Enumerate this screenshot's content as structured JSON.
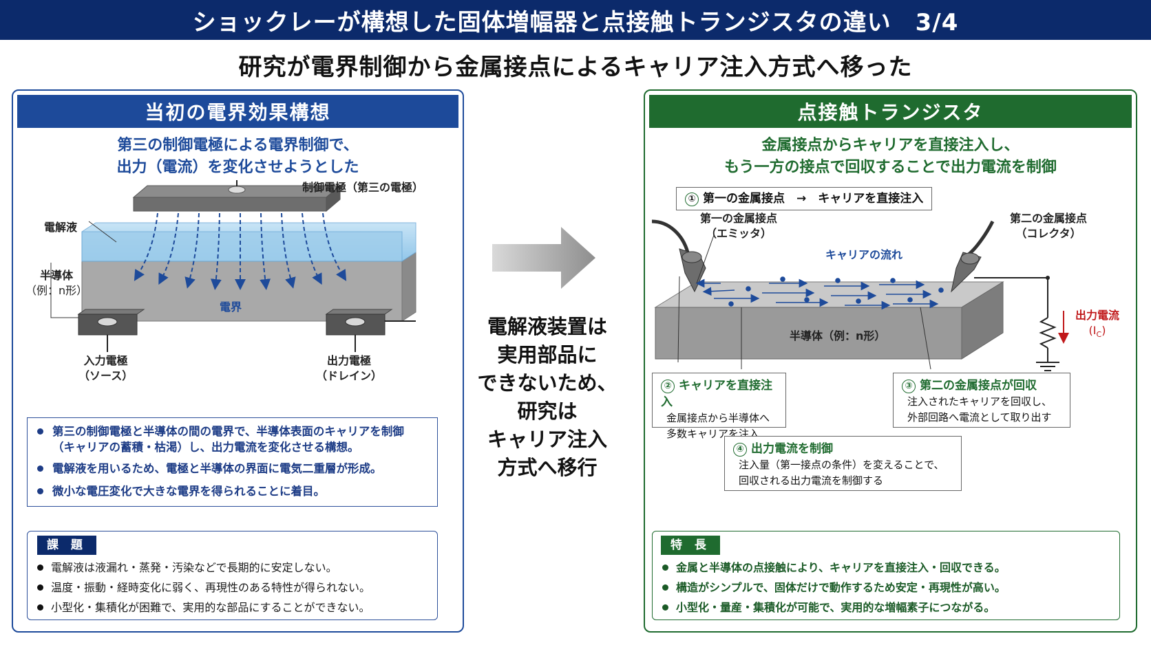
{
  "header": {
    "title": "ショックレーが構想した固体増幅器と点接触トランジスタの違い　3/4"
  },
  "subtitle": "研究が電界制御から金属接点によるキャリア注入方式へ移った",
  "left": {
    "title": "当初の電界効果構想",
    "lead": [
      "第三の制御電極による電界制御で、",
      "出力（電流）を変化させようとした"
    ],
    "diagram": {
      "gate_label": "制御電極（第三の電極）",
      "electrolyte_label": "電解液",
      "semi_label": "半導体",
      "semi_example": "（例：n形）",
      "field_label": "電界",
      "input_label": "入力電極",
      "input_sub": "（ソース）",
      "output_label": "出力電極",
      "output_sub": "（ドレイン）"
    },
    "bullets": [
      "第三の制御電極と半導体の間の電界で、半導体表面のキャリアを制御",
      "（キャリアの蓄積・枯渇）し、出力電流を変化させる構想。",
      "電解液を用いるため、電極と半導体の界面に電気二重層が形成。",
      "微小な電圧変化で大きな電界を得られることに着目。"
    ],
    "issues_tag": "課 題",
    "issues": [
      "電解液は液漏れ・蒸発・汚染などで長期的に安定しない。",
      "温度・振動・経時変化に弱く、再現性のある特性が得られない。",
      "小型化・集積化が困難で、実用的な部品にすることができない。"
    ]
  },
  "middle": {
    "lines": [
      "電解液装置は",
      "実用部品に",
      "できないため、",
      "研究は",
      "キャリア注入",
      "方式へ移行"
    ]
  },
  "right": {
    "title": "点接触トランジスタ",
    "lead": [
      "金属接点からキャリアを直接注入し、",
      "もう一方の接点で回収することで出力電流を制御"
    ],
    "step1": {
      "num": "①",
      "text": "第一の金属接点　→　キャリアを直接注入"
    },
    "diagram": {
      "emitter_label": "第一の金属接点",
      "emitter_sub": "（エミッタ）",
      "collector_label": "第二の金属接点",
      "collector_sub": "（コレクタ）",
      "flow_label": "キャリアの流れ",
      "semi_label": "半導体（例：n形）",
      "out_current": "出力電流",
      "out_symbol": "(I",
      "out_sub": "C",
      "out_close": ")"
    },
    "step2": {
      "num": "②",
      "title": "キャリアを直接注入",
      "body": [
        "金属接点から半導体へ",
        "多数キャリアを注入"
      ]
    },
    "step3": {
      "num": "③",
      "title": "第二の金属接点が回収",
      "body": [
        "注入されたキャリアを回収し、",
        "外部回路へ電流として取り出す"
      ]
    },
    "step4": {
      "num": "④",
      "title": "出力電流を制御",
      "body": [
        "注入量（第一接点の条件）を変えることで、",
        "回収される出力電流を制御する"
      ]
    },
    "features_tag": "特 長",
    "features": [
      "金属と半導体の点接触により、キャリアを直接注入・回収できる。",
      "構造がシンプルで、固体だけで動作するため安定・再現性が高い。",
      "小型化・量産・集積化が可能で、実用的な増幅素子につながる。"
    ]
  },
  "colors": {
    "navy": "#0c2a6b",
    "blue": "#1d4a9a",
    "green": "#1f6b2f",
    "red": "#c0181a"
  }
}
